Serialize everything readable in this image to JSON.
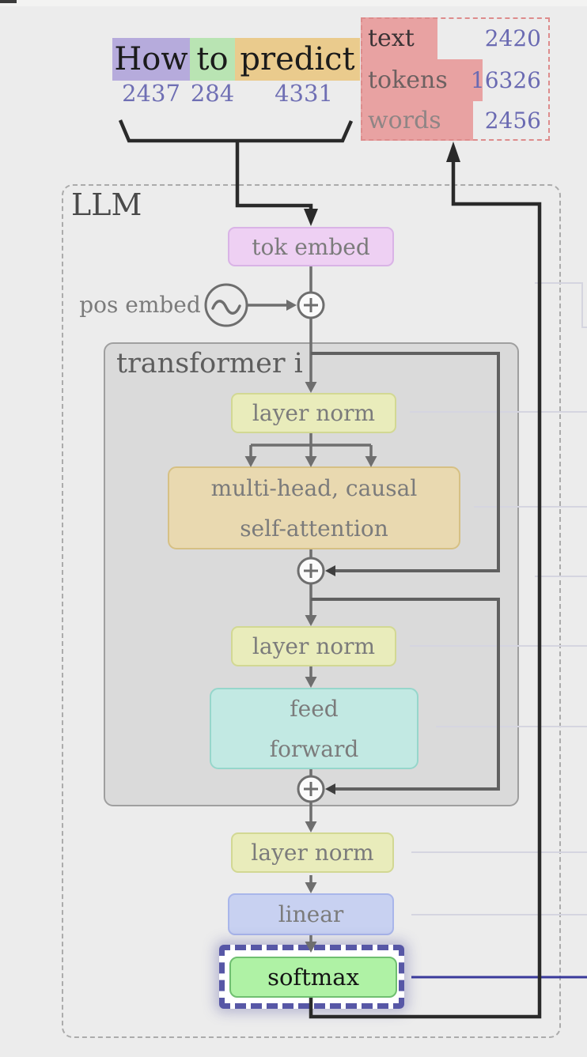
{
  "header": {
    "input_tokens": [
      {
        "text": "How",
        "token_id": "2437"
      },
      {
        "text": "to",
        "token_id": "284"
      },
      {
        "text": "predict",
        "token_id": "4331"
      }
    ],
    "vocab_panel": {
      "rows": [
        {
          "word": "text",
          "count": "2420"
        },
        {
          "word": "tokens",
          "count": "16326"
        },
        {
          "word": "words",
          "count": "2456"
        }
      ]
    }
  },
  "llm": {
    "label": "LLM",
    "tok_embed_label": "tok embed",
    "pos_embed_label": "pos embed",
    "transformer": {
      "label": "transformer i",
      "layer_norm_top_label": "layer norm",
      "attention_label_line1": "multi-head, causal",
      "attention_label_line2": "self-attention",
      "layer_norm_mid_label": "layer norm",
      "feed_forward_label_line1": "feed",
      "feed_forward_label_line2": "forward"
    },
    "layer_norm_final_label": "layer norm",
    "linear_label": "linear",
    "softmax_label": "softmax"
  },
  "icons": {
    "plus_icon": "⊕",
    "tilde_icon": "∼"
  },
  "colors": {
    "background": "#ececec",
    "top_strip": "#f3f3f2",
    "token_how_bg": "#b6abdc",
    "token_to_bg": "#b9e4b3",
    "token_predict_bg": "#eacb8d",
    "token_text": "#1b1b1b",
    "token_id_text": "#6f6fb4",
    "vocab_fill": "#e8a2a2",
    "vocab_border": "#dd8c8c",
    "vocab_count_text": "#6a6ab2",
    "vocab_word_text_1": "#3b3335",
    "vocab_word_text_2": "#6d6161",
    "vocab_word_text_3": "#8f8585",
    "llm_border": "#ababab",
    "llm_label_text": "#4a4a4a",
    "transformer_bg": "#dadada",
    "transformer_border": "#9f9f9f",
    "transformer_label_text": "#5d5d5d",
    "box_label_text": "#7b7b7b",
    "tok_embed_bg": "#eed0f3",
    "tok_embed_border": "#d9b3e6",
    "layer_norm_bg": "#e9ecbb",
    "layer_norm_border": "#d2d893",
    "attention_bg": "#e9d9b0",
    "attention_border": "#d6c084",
    "feed_forward_bg": "#c2e9e3",
    "feed_forward_border": "#96d6cb",
    "linear_bg": "#c8d1f1",
    "linear_border": "#a9b6ea",
    "softmax_bg": "#aff2a5",
    "softmax_border": "#6fbf70",
    "softmax_text": "#141414",
    "highlight_border": "#5757a6",
    "softmax_output_line": "#3a3a9b",
    "connector_gray": "#6e6e6e",
    "connector_dark": "#606060",
    "connector_black": "#2a2a2a",
    "faint_line": "#d5d5e0"
  }
}
